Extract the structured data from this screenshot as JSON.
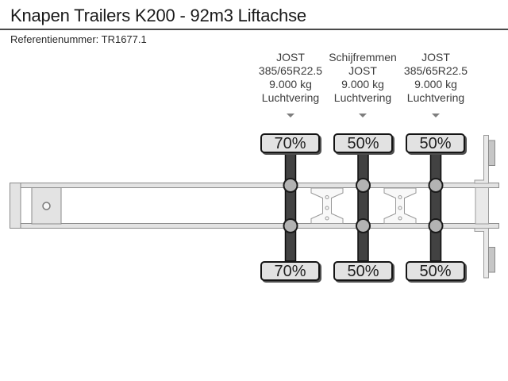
{
  "page": {
    "title": "Knapen Trailers K200 - 92m3 Liftachse",
    "reference": "Referentienummer: TR1677.1"
  },
  "axles": [
    {
      "spec": [
        "JOST",
        "385/65R22.5",
        "9.000 kg",
        "Luchtvering"
      ],
      "wear_top": "70%",
      "wear_bottom": "70%"
    },
    {
      "spec": [
        "Schijfremmen",
        "JOST",
        "9.000 kg",
        "Luchtvering"
      ],
      "wear_top": "50%",
      "wear_bottom": "50%"
    },
    {
      "spec": [
        "JOST",
        "385/65R22.5",
        "9.000 kg",
        "Luchtvering"
      ],
      "wear_top": "50%",
      "wear_bottom": "50%"
    }
  ],
  "icons": {
    "dropdown_arrow": "triangle-down",
    "kingpin": "circle"
  },
  "colors": {
    "divider": "#4a4a4a",
    "chassis_fill": "#e3e3e3",
    "chassis_stroke": "#8a8a8a",
    "axle_bar": "#424242",
    "bellow_fill": "#b3b3b3",
    "tire_box_fill": "#e2e2e2",
    "tire_box_border": "#141414",
    "hinge_fill": "#c6c6c6",
    "text": "#3c3c3c"
  }
}
